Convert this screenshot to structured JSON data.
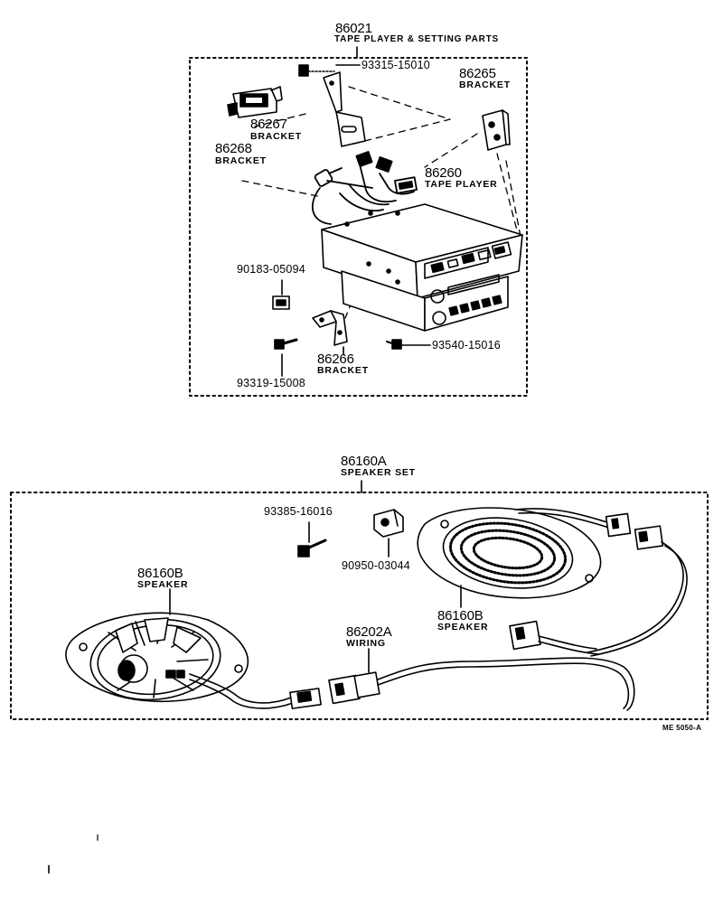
{
  "groups": {
    "tape_set": {
      "number": "86021",
      "desc": "TAPE PLAYER & SETTING PARTS"
    },
    "speaker_set": {
      "number": "86160A",
      "desc": "SPEAKER SET"
    }
  },
  "parts": {
    "screw_93315": "93315-15010",
    "bracket_86265": {
      "number": "86265",
      "desc": "BRACKET"
    },
    "bracket_86267": {
      "number": "86267",
      "desc": "BRACKET"
    },
    "bracket_86268": {
      "number": "86268",
      "desc": "BRACKET"
    },
    "tape_player": {
      "number": "86260",
      "desc": "TAPE PLAYER"
    },
    "nut_90183": "90183-05094",
    "bracket_86266": {
      "number": "86266",
      "desc": "BRACKET"
    },
    "screw_93540": "93540-15016",
    "bolt_93319": "93319-15008",
    "screw_93385": "93385-16016",
    "nut_90950": "90950-03044",
    "speaker_left": {
      "number": "86160B",
      "desc": "SPEAKER"
    },
    "speaker_right": {
      "number": "86160B",
      "desc": "SPEAKER"
    },
    "wiring": {
      "number": "86202A",
      "desc": "WIRING"
    }
  },
  "drawing_code": "ME 5050-A",
  "colors": {
    "ink": "#000000",
    "paper": "#ffffff"
  }
}
